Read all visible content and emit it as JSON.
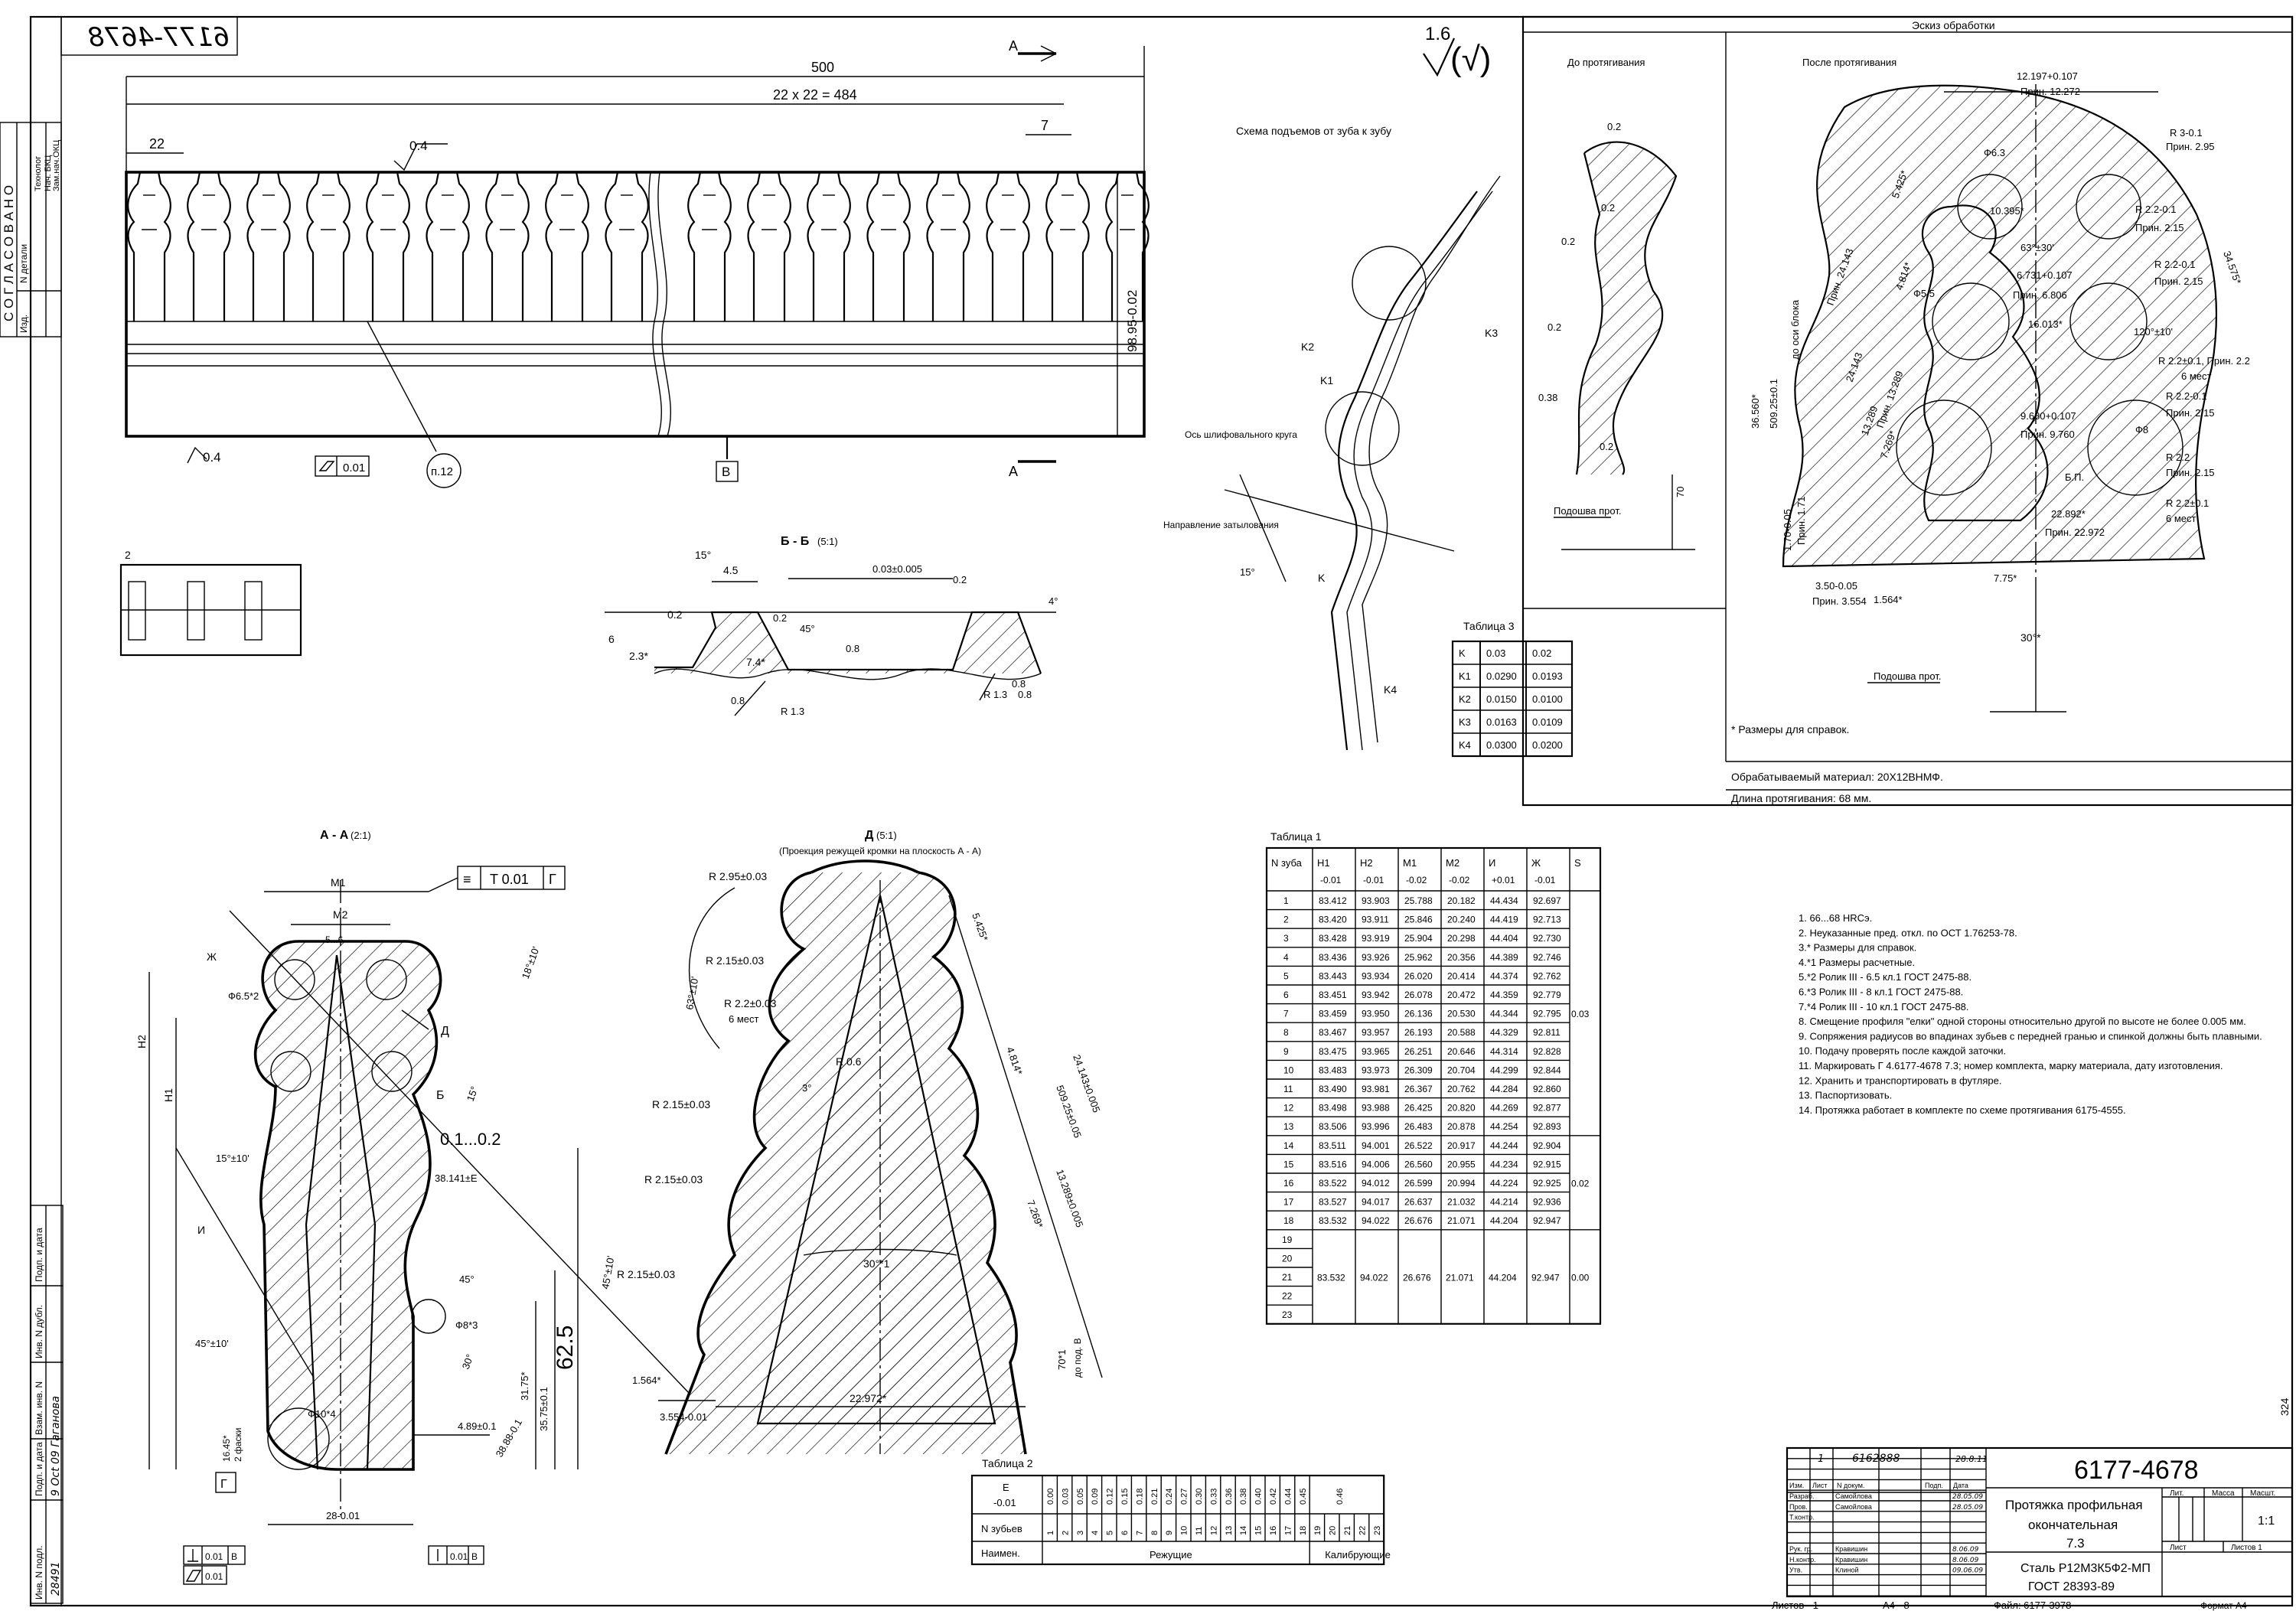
{
  "stamp": {
    "reversed_number": "6177-4678",
    "vertical_approval": "С О Г Л А С О В А Н О",
    "approval_cols": [
      "Изд.",
      "N детали",
      "Технолог",
      "Нач. БКЦ",
      "Зам.нач.ОКЦ"
    ]
  },
  "roughness": {
    "value": "1.6",
    "note": "(√)"
  },
  "main_view": {
    "dim_total": "500",
    "dim_pitch": "22 x 22 = 484",
    "dim_start": "22",
    "dim_end": "7",
    "dim_height": "98.95-0.02",
    "surface_04a": "0.4",
    "surface_04b": "0.4",
    "flatness_val": "0.01",
    "callout_p12": "п.12",
    "datum_b": "B",
    "section_a1": "A",
    "section_a2": "A",
    "dim_small": "2"
  },
  "section_b": {
    "title": "Б - Б",
    "scale": "(5:1)",
    "dims": [
      "15°",
      "4.5",
      "0.2",
      "0.2",
      "45°",
      "0.8",
      "6",
      "2.3*",
      "7.4*",
      "0.03±0.005",
      "4°",
      "0.8",
      "0.2",
      "0.8",
      "R 1.3",
      "R 1.3",
      "0.8"
    ]
  },
  "schema": {
    "title": "Схема подъемов от зуба к зубу",
    "labels": [
      "K2",
      "K1",
      "K3",
      "K",
      "K4",
      "Ось шлифовального круга",
      "Направление затылования",
      "15°"
    ]
  },
  "table3": {
    "title": "Таблица 3",
    "header": [
      "K",
      "0.03",
      "0.02"
    ],
    "rows": [
      [
        "K1",
        "0.0290",
        "0.0193"
      ],
      [
        "K2",
        "0.0150",
        "0.0100"
      ],
      [
        "K3",
        "0.0163",
        "0.0109"
      ],
      [
        "K4",
        "0.0300",
        "0.0200"
      ]
    ]
  },
  "eskiz": {
    "title": "Эскиз обработки",
    "before": "До протягивания",
    "after": "После протягивания",
    "before_dims": [
      "0.2",
      "0.2",
      "0.2",
      "0.2",
      "0.38",
      "0.2",
      "70",
      "Подошва прот."
    ],
    "after_dims": [
      "12.197+0.107",
      "Прин. 12.272",
      "R 3-0.1",
      "Прин. 2.95",
      "Ф6.3",
      "10.395*",
      "R 2.2-0.1",
      "Прин. 2.15",
      "5.425*",
      "63°±30'",
      "6.731+0.107",
      "Прин. 6.806",
      "Ф5.5",
      "16.013*",
      "R 2.2-0.1",
      "Прин. 2.15",
      "120°±10'",
      "R 2.2±0.1, Прин. 2.2",
      "6 мест",
      "9.680+0.107",
      "Прин. 9.760",
      "R 2.2-0.1",
      "Прин. 2.15",
      "Ф8",
      "R 2.2",
      "Прин. 2.15",
      "22.892*",
      "Прин. 22.972",
      "R 2.2±0.1",
      "6 мест",
      "7.75*",
      "1.564*",
      "3.50-0.05",
      "Прин. 3.554",
      "30°*",
      "36.560*",
      "509.25±0.1",
      "до оси блока",
      "24.143",
      "Прин. 24.143",
      "13.289",
      "Прин. 13.289",
      "7.269*",
      "1.70-0.05",
      "Прин. 1.71",
      "4.814*",
      "34.575*",
      "Подошва прот.",
      "Б.П."
    ],
    "ref_note": "* Размеры для справок.",
    "material": "Обрабатываемый материал: 20Х12ВНМФ.",
    "length": "Длина протягивания: 68 мм."
  },
  "section_a": {
    "title": "А - А",
    "scale": "(2:1)",
    "labels": [
      "M1",
      "M2",
      "5...6",
      "T 0.01",
      "Г",
      "Ж",
      "Ф6.5*2",
      "18°±10'",
      "Д",
      "Б",
      "15°",
      "H2",
      "H1",
      "0.1...0.2",
      "15°±10'",
      "38.141±Е",
      "И",
      "45°±10'",
      "Ф8*3",
      "45°",
      "30°",
      "31.75*",
      "35.75±0.1",
      "62.5",
      "16.45*",
      "2 фаски",
      "Ф10*4",
      "4.89±0.1",
      "38.88-0.1",
      "28-0.01",
      "Б",
      "0.01",
      "В",
      "0.01",
      "0.01",
      "В",
      "Г"
    ]
  },
  "view_d": {
    "title": "Д",
    "scale": "(5:1)",
    "subtitle": "(Проекция режущей кромки на плоскость А - А)",
    "labels": [
      "R 2.95±0.03",
      "R 2.15±0.03",
      "R 2.2±0.03",
      "6 мест",
      "63°±10'",
      "R 0.6",
      "3°",
      "5.425*",
      "4.814*",
      "24.143±0.005",
      "509.25±0.05",
      "13.289±0.005",
      "7.269*",
      "R 2.15±0.03",
      "R 2.15±0.03",
      "45°±10'",
      "R 2.15±0.03",
      "30°*1",
      "1.564*",
      "3.554-0.01",
      "22.972*",
      "70*1",
      "до под. В"
    ]
  },
  "table1": {
    "title": "Таблица 1",
    "headers": [
      "N зуба",
      "H1",
      "H2",
      "M1",
      "M2",
      "И",
      "Ж",
      "S"
    ],
    "tols": [
      "",
      "-0.01",
      "-0.01",
      "-0.02",
      "-0.02",
      "+0.01",
      "-0.01",
      ""
    ],
    "rows": [
      [
        "1",
        "83.412",
        "93.903",
        "25.788",
        "20.182",
        "44.434",
        "92.697"
      ],
      [
        "2",
        "83.420",
        "93.911",
        "25.846",
        "20.240",
        "44.419",
        "92.713"
      ],
      [
        "3",
        "83.428",
        "93.919",
        "25.904",
        "20.298",
        "44.404",
        "92.730"
      ],
      [
        "4",
        "83.436",
        "93.926",
        "25.962",
        "20.356",
        "44.389",
        "92.746"
      ],
      [
        "5",
        "83.443",
        "93.934",
        "26.020",
        "20.414",
        "44.374",
        "92.762"
      ],
      [
        "6",
        "83.451",
        "93.942",
        "26.078",
        "20.472",
        "44.359",
        "92.779"
      ],
      [
        "7",
        "83.459",
        "93.950",
        "26.136",
        "20.530",
        "44.344",
        "92.795"
      ],
      [
        "8",
        "83.467",
        "93.957",
        "26.193",
        "20.588",
        "44.329",
        "92.811"
      ],
      [
        "9",
        "83.475",
        "93.965",
        "26.251",
        "20.646",
        "44.314",
        "92.828"
      ],
      [
        "10",
        "83.483",
        "93.973",
        "26.309",
        "20.704",
        "44.299",
        "92.844"
      ],
      [
        "11",
        "83.490",
        "93.981",
        "26.367",
        "20.762",
        "44.284",
        "92.860"
      ],
      [
        "12",
        "83.498",
        "93.988",
        "26.425",
        "20.820",
        "44.269",
        "92.877"
      ],
      [
        "13",
        "83.506",
        "93.996",
        "26.483",
        "20.878",
        "44.254",
        "92.893"
      ],
      [
        "14",
        "83.511",
        "94.001",
        "26.522",
        "20.917",
        "44.244",
        "92.904"
      ],
      [
        "15",
        "83.516",
        "94.006",
        "26.560",
        "20.955",
        "44.234",
        "92.915"
      ],
      [
        "16",
        "83.522",
        "94.012",
        "26.599",
        "20.994",
        "44.224",
        "92.925"
      ],
      [
        "17",
        "83.527",
        "94.017",
        "26.637",
        "21.032",
        "44.214",
        "92.936"
      ],
      [
        "18",
        "83.532",
        "94.022",
        "26.676",
        "21.071",
        "44.204",
        "92.947"
      ]
    ],
    "final_nums": [
      "19",
      "20",
      "21",
      "22",
      "23"
    ],
    "final_vals": [
      "83.532",
      "94.022",
      "26.676",
      "21.071",
      "44.204",
      "92.947"
    ],
    "s_vals": [
      "0.03",
      "0.02",
      "0.00"
    ]
  },
  "notes": [
    "1. 66...68 HRCэ.",
    "2. Неуказанные пред. откл. по ОСТ 1.76253-78.",
    "3.* Размеры для справок.",
    "4.*1 Размеры расчетные.",
    "5.*2 Ролик III - 6.5 кл.1 ГОСТ 2475-88.",
    "6.*3 Ролик III - 8 кл.1 ГОСТ 2475-88.",
    "7.*4 Ролик III - 10 кл.1 ГОСТ 2475-88.",
    "8. Смещение профиля \"елки\" одной стороны относительно другой по высоте не более 0.005 мм.",
    "9. Сопряжения радиусов во впадинах зубьев с передней гранью и спинкой должны быть плавными.",
    "10. Подачу проверять после каждой заточки.",
    "11. Маркировать Г 4.6177-4678 7.3; номер комплекта, марку материала, дату изготовления.",
    "12. Хранить и транспортировать в футляре.",
    "13. Паспортизовать.",
    "14. Протяжка работает в комплекте по схеме протягивания 6175-4555."
  ],
  "table2": {
    "title": "Таблица 2",
    "row_labels": [
      "E",
      "-0.01",
      "N зубьев",
      "Наимен."
    ],
    "e_vals": [
      "0.00",
      "0.03",
      "0.05",
      "0.09",
      "0.12",
      "0.15",
      "0.18",
      "0.21",
      "0.24",
      "0.27",
      "0.30",
      "0.33",
      "0.36",
      "0.38",
      "0.40",
      "0.42",
      "0.44",
      "0.45",
      "0.46"
    ],
    "nums": [
      "1",
      "2",
      "3",
      "4",
      "5",
      "6",
      "7",
      "8",
      "9",
      "10",
      "11",
      "12",
      "13",
      "14",
      "15",
      "16",
      "17",
      "18",
      "19",
      "20",
      "21",
      "22",
      "23"
    ],
    "cutting": "Режущие",
    "calibrating": "Калибрующие"
  },
  "title_block": {
    "number": "6177-4678",
    "name": [
      "Протяжка профильная",
      "окончательная",
      "7.3"
    ],
    "material": [
      "Сталь Р12М3К5Ф2-МП",
      "ГОСТ 28393-89"
    ],
    "scale": "1:1",
    "sheet": "Лист",
    "sheets": "Листов 1",
    "cols": [
      "Лит.",
      "Масса",
      "Масшт."
    ],
    "rev_row": [
      "1",
      "6162888",
      "",
      "28.8.11"
    ],
    "roles": [
      "Изм.",
      "Лист",
      "N докум.",
      "Подп.",
      "Дата",
      "Разраб.",
      "Пров.",
      "Т.контр.",
      "Рук. гр.",
      "Н.контр.",
      "Утв."
    ],
    "names": [
      "Самойлова",
      "Самойлова",
      "Кравишин",
      "Кравишин",
      "Клиной"
    ],
    "dates": [
      "28.05.09",
      "28.05.09",
      "8.06.09",
      "8.06.09",
      "09.06.09"
    ],
    "bottom": [
      "Листов - 1",
      "А4 - 8",
      "Файл: 6177-3978",
      "Формат А4"
    ],
    "side_num": "324"
  },
  "left_margin": {
    "cols": [
      "Инв. N подл.",
      "Подп. и дата",
      "Взам. инв. N",
      "Инв. N дубл.",
      "Подп. и дата"
    ],
    "vals": [
      "28491",
      "9 Oct 09 Гаганова"
    ]
  }
}
